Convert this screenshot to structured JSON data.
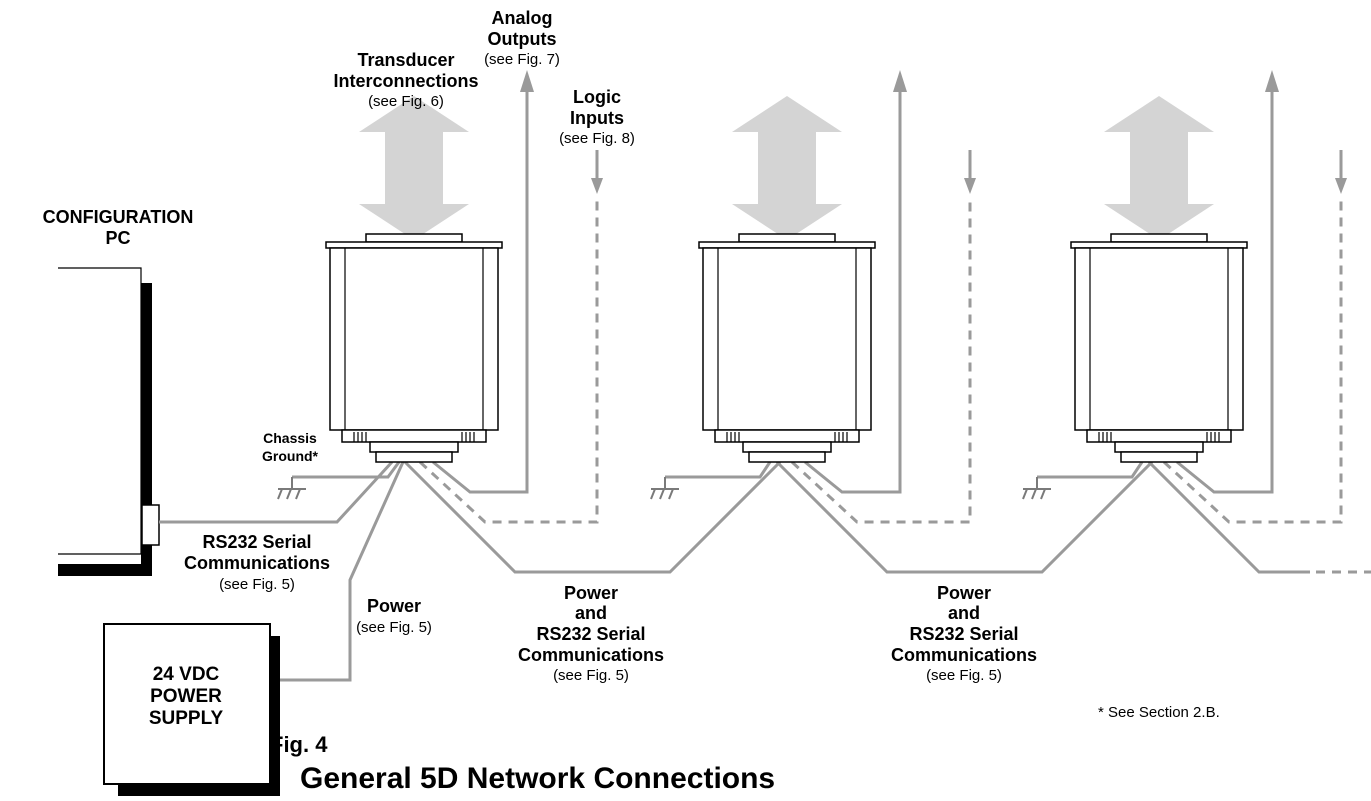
{
  "labels": {
    "config_pc_line1": "CONFIGURATION",
    "config_pc_line2": "PC",
    "transducer_line1": "Transducer",
    "transducer_line2": "Interconnections",
    "transducer_ref": "(see Fig. 6)",
    "analog_line1": "Analog",
    "analog_line2": "Outputs",
    "analog_ref": "(see Fig. 7)",
    "logic_line1": "Logic",
    "logic_line2": "Inputs",
    "logic_ref": "(see Fig. 8)",
    "chassis_line1": "Chassis",
    "chassis_line2": "Ground*",
    "rs232_line1": "RS232 Serial",
    "rs232_line2": "Communications",
    "rs232_ref": "(see Fig. 5)",
    "power_line1": "Power",
    "power_ref": "(see Fig. 5)",
    "psu_line1": "24 VDC",
    "psu_line2": "POWER",
    "psu_line3": "SUPPLY",
    "chain1_line1": "Power",
    "chain1_line2": "and",
    "chain1_line3": "RS232 Serial",
    "chain1_line4": "Communications",
    "chain1_ref": "(see Fig. 5)",
    "chain2_line1": "Power",
    "chain2_line2": "and",
    "chain2_line3": "RS232 Serial",
    "chain2_line4": "Communications",
    "chain2_ref": "(see Fig. 5)",
    "footnote": "* See Section 2.B."
  },
  "figure": {
    "number": "Fig. 4",
    "title": "General 5D Network Connections"
  },
  "colors": {
    "title": "#108a7c",
    "wire": "#9a9a9a",
    "arrow_fill": "#d4d4d4"
  }
}
